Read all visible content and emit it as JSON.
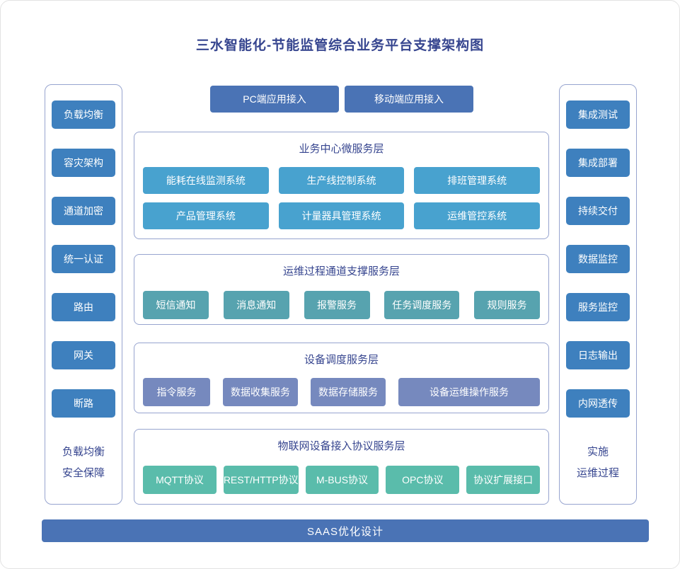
{
  "title": "三水智能化-节能监管综合业务平台支撑架构图",
  "colors": {
    "heading_ink": "#36458F",
    "panel_border": "#97A4CF",
    "sidebar_blue": "#3E80BE",
    "accent_blue": "#4A73B5",
    "service_sky": "#48A2CF",
    "channel_teal": "#57A3AF",
    "device_slate": "#7689BE",
    "protocol_green": "#5ABCAB"
  },
  "left_panel": {
    "items": [
      "负载均衡",
      "容灾架构",
      "通道加密",
      "统一认证",
      "路由",
      "网关",
      "断路"
    ],
    "footer_line1": "负载均衡",
    "footer_line2": "安全保障"
  },
  "right_panel": {
    "items": [
      "集成测试",
      "集成部署",
      "持续交付",
      "数据监控",
      "服务监控",
      "日志输出",
      "内网透传"
    ],
    "footer_line1": "实施",
    "footer_line2": "运维过程"
  },
  "top_buttons": [
    "PC端应用接入",
    "移动端应用接入"
  ],
  "layers": [
    {
      "title": "业务中心微服务层",
      "rows": [
        [
          "能耗在线监测系统",
          "生产线控制系统",
          "排班管理系统"
        ],
        [
          "产品管理系统",
          "计量器具管理系统",
          "运维管控系统"
        ]
      ]
    },
    {
      "title": "运维过程通道支撑服务层",
      "rows": [
        [
          "短信通知",
          "消息通知",
          "报警服务",
          "任务调度服务",
          "规则服务"
        ]
      ]
    },
    {
      "title": "设备调度服务层",
      "rows": [
        [
          "指令服务",
          "数据收集服务",
          "数据存储服务",
          "设备运维操作服务"
        ]
      ]
    },
    {
      "title": "物联网设备接入协议服务层",
      "rows": [
        [
          "MQTT协议",
          "REST/HTTP协议",
          "M-BUS协议",
          "OPC协议",
          "协议扩展接口"
        ]
      ]
    }
  ],
  "bottom_bar": "SAAS优化设计"
}
